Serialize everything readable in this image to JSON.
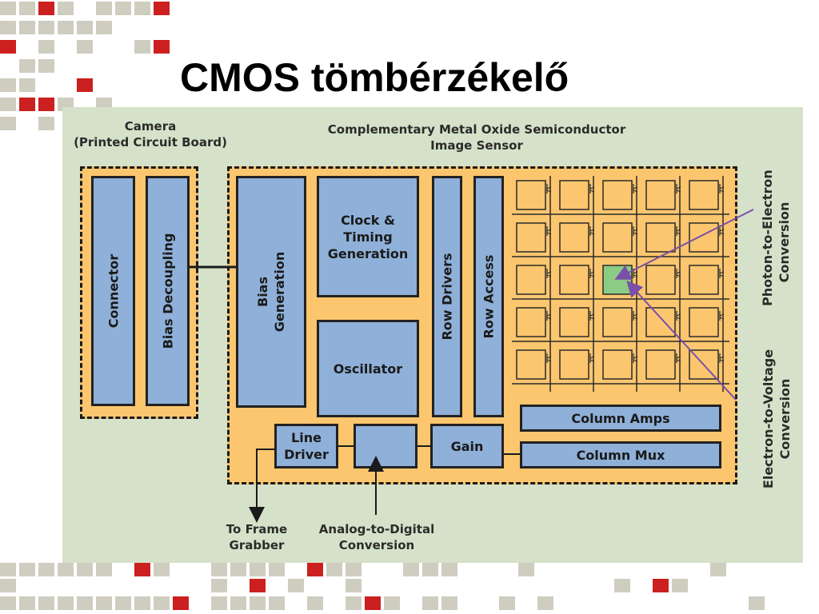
{
  "title": "CMOS tömbérzékelő",
  "labels": {
    "camera_line1": "Camera",
    "camera_line2": "(Printed Circuit Board)",
    "sensor_line1": "Complementary Metal Oxide Semiconductor",
    "sensor_line2": "Image Sensor",
    "photon_line1": "Photon-to-Electron",
    "photon_line2": "Conversion",
    "electron_line1": "Electron-to-Voltage",
    "electron_line2": "Conversion",
    "frame_line1": "To Frame",
    "frame_line2": "Grabber",
    "adc_line1": "Analog-to-Digital",
    "adc_line2": "Conversion"
  },
  "blocks": {
    "connector": "Connector",
    "bias_decoupling": "Bias Decoupling",
    "bias_line1": "Bias",
    "bias_line2": "Generation",
    "clock_line1": "Clock &",
    "clock_line2": "Timing",
    "clock_line3": "Generation",
    "oscillator": "Oscillator",
    "row_drivers": "Row Drivers",
    "row_access": "Row Access",
    "column_amps": "Column Amps",
    "column_mux": "Column Mux",
    "line_line1": "Line",
    "line_line2": "Driver",
    "gain": "Gain"
  },
  "colors": {
    "chip_fill": "#fcc66f",
    "block_fill": "#8fb0d8",
    "highlight_pixel": "#8ccb84",
    "arrow": "#7a4fa8",
    "panel": "#d5e2c9",
    "accent_red": "#cc1f1f",
    "accent_gray": "#cfcdbf"
  }
}
